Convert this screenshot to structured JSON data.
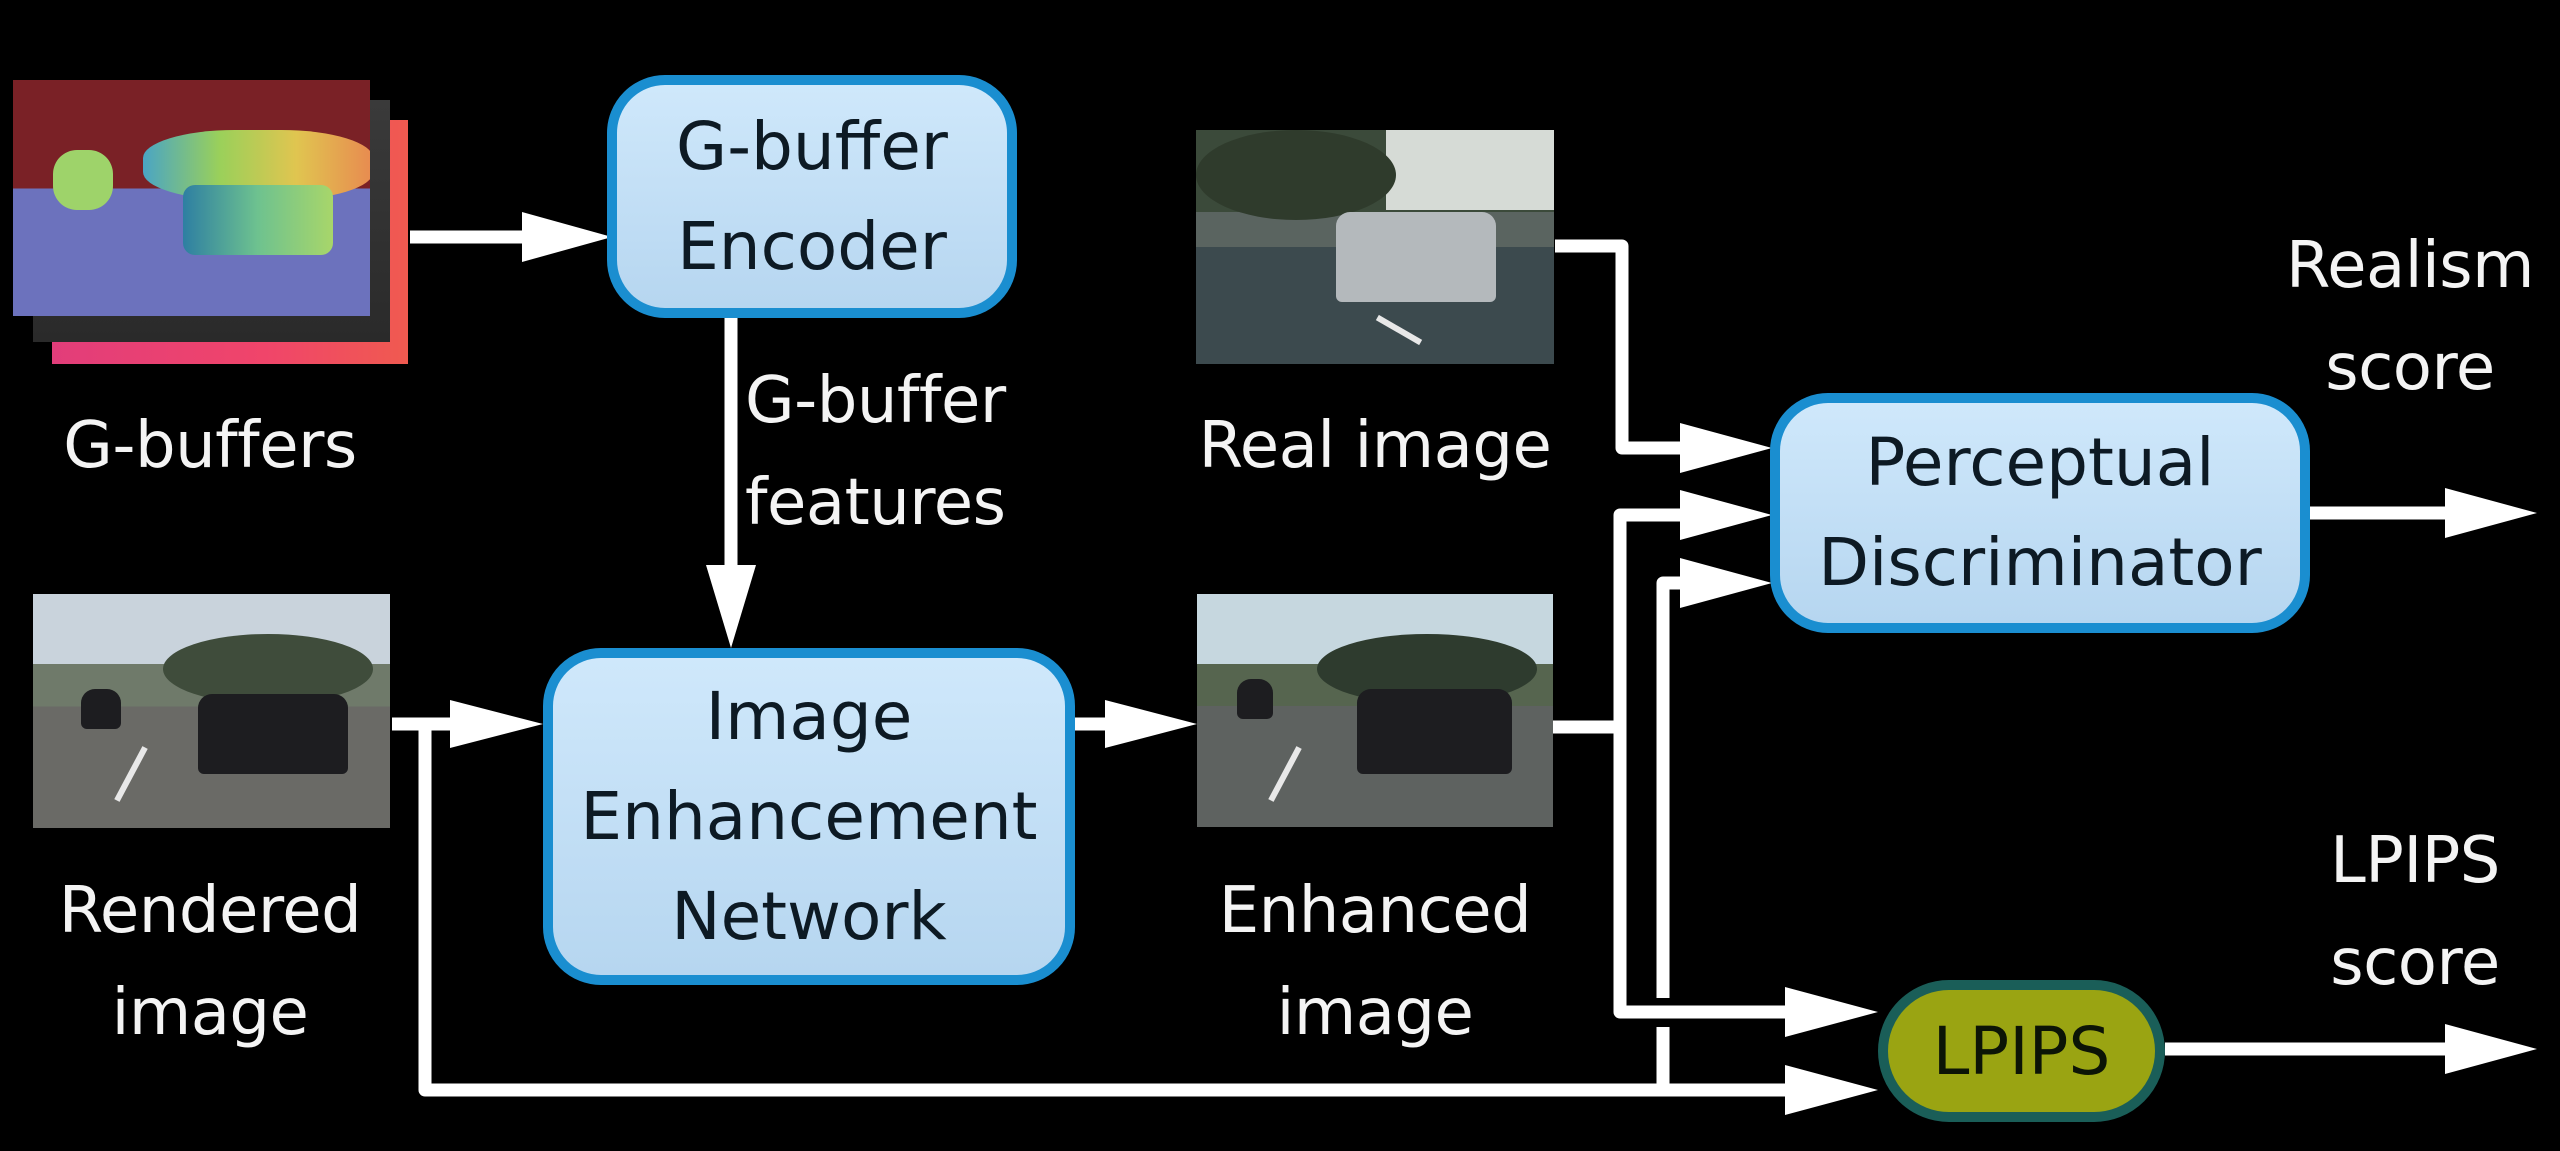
{
  "diagram": {
    "nodes": {
      "gbuffers": {
        "label": "G-buffers",
        "kind": "image-stack"
      },
      "rendered": {
        "label_line1": "Rendered",
        "label_line2": "image",
        "kind": "image"
      },
      "encoder": {
        "line1": "G-buffer",
        "line2": "Encoder",
        "kind": "process"
      },
      "features_label": {
        "line1": "G-buffer",
        "line2": "features"
      },
      "network": {
        "line1": "Image",
        "line2": "Enhancement",
        "line3": "Network",
        "kind": "process"
      },
      "real": {
        "label": "Real image",
        "kind": "image"
      },
      "enhanced": {
        "label_line1": "Enhanced",
        "label_line2": "image",
        "kind": "image"
      },
      "discriminator": {
        "line1": "Perceptual",
        "line2": "Discriminator",
        "kind": "process"
      },
      "lpips": {
        "label": "LPIPS",
        "kind": "metric"
      },
      "realism_out": {
        "line1": "Realism",
        "line2": "score"
      },
      "lpips_out": {
        "line1": "LPIPS",
        "line2": "score"
      }
    },
    "edges": [
      {
        "from": "G-buffers",
        "to": "G-buffer Encoder"
      },
      {
        "from": "G-buffer Encoder",
        "to": "Image Enhancement Network",
        "label": "G-buffer features"
      },
      {
        "from": "Rendered image",
        "to": "Image Enhancement Network"
      },
      {
        "from": "Image Enhancement Network",
        "to": "Enhanced image"
      },
      {
        "from": "Real image",
        "to": "Perceptual Discriminator"
      },
      {
        "from": "Enhanced image",
        "to": "Perceptual Discriminator"
      },
      {
        "from": "Rendered image",
        "to": "Perceptual Discriminator"
      },
      {
        "from": "Enhanced image",
        "to": "LPIPS"
      },
      {
        "from": "Rendered image",
        "to": "LPIPS"
      },
      {
        "from": "Perceptual Discriminator",
        "to": "Realism score"
      },
      {
        "from": "LPIPS",
        "to": "LPIPS score"
      }
    ],
    "colors": {
      "background": "#000000",
      "box_fill": "#cfe8fb",
      "box_border": "#1a8ed0",
      "lpips_fill": "#9aa412",
      "lpips_border": "#1a5e58",
      "wire": "#ffffff",
      "text_light": "#f4f4f4",
      "text_dark": "#0d1a24"
    }
  }
}
